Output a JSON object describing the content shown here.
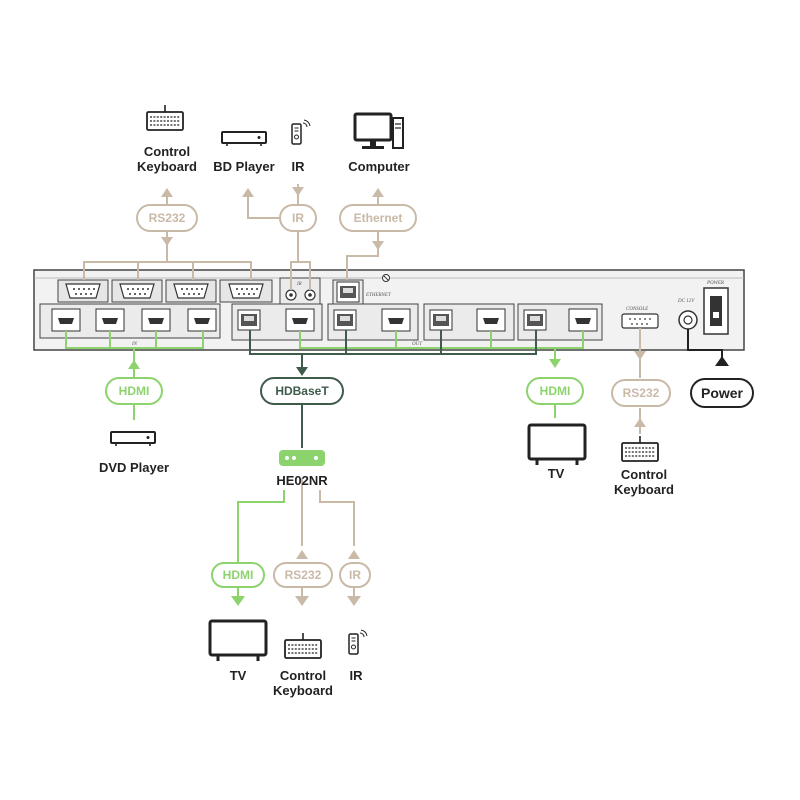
{
  "colors": {
    "green": "#8cd36e",
    "tan": "#c9b9a7",
    "dark": "#3f5b4c",
    "black": "#222222",
    "panel": "#f2f2f2"
  },
  "devices": {
    "top_keyboard": "Control\nKeyboard",
    "bd_player": "BD Player",
    "top_ir": "IR",
    "computer": "Computer",
    "dvd_player": "DVD Player",
    "tv_right": "TV",
    "right_keyboard": "Control\nKeyboard",
    "receiver": "HE02NR",
    "tv_bottom": "TV",
    "bottom_keyboard": "Control\nKeyboard",
    "bottom_ir": "IR"
  },
  "pills": {
    "rs232_top": "RS232",
    "ir_top": "IR",
    "ethernet": "Ethernet",
    "hdmi_in": "HDMI",
    "hdbaset": "HDBaseT",
    "hdmi_out": "HDMI",
    "rs232_right": "RS232",
    "power": "Power",
    "hdmi_bottom": "HDMI",
    "rs232_bottom": "RS232",
    "ir_bottom": "IR"
  },
  "panel_labels": {
    "in": "IN",
    "out": "OUT",
    "ir": "IR",
    "ethernet": "ETHERNET",
    "console": "CONSOLE",
    "dc": "DC 12V",
    "power": "POWER"
  },
  "icons": {
    "keyboard": "keyboard-icon",
    "bd_player": "bd-player-icon",
    "remote": "ir-remote-icon",
    "computer": "computer-icon",
    "dvd_player": "dvd-player-icon",
    "tv": "tv-icon",
    "receiver": "receiver-icon"
  }
}
